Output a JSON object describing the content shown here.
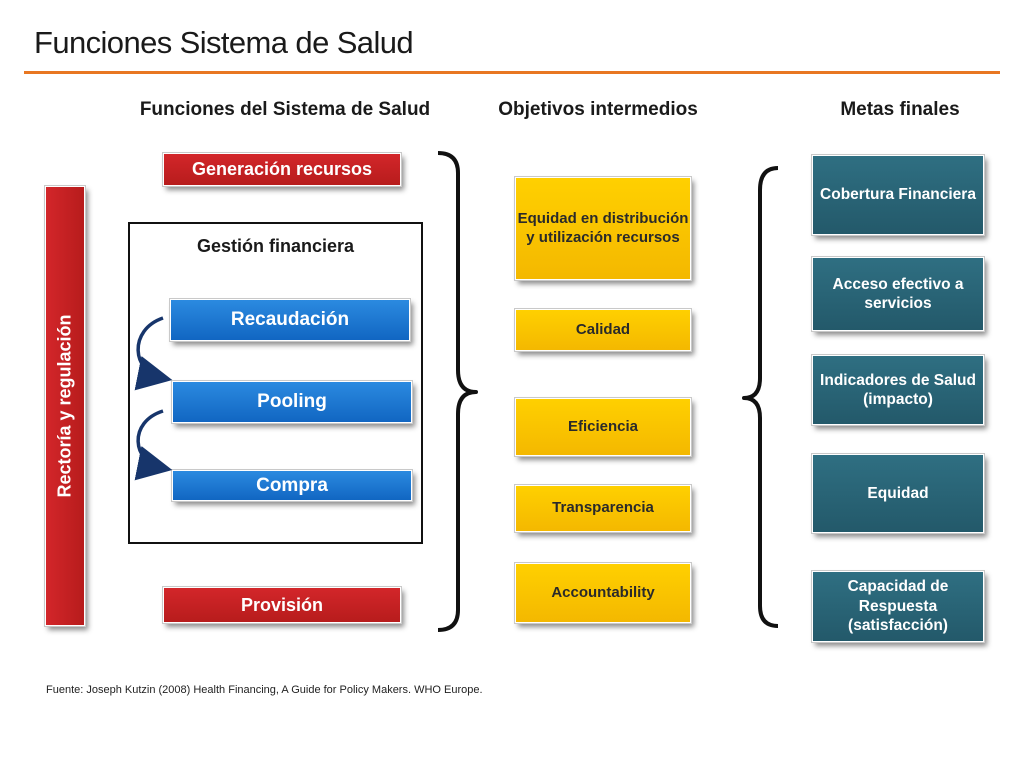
{
  "header": {
    "title": "Funciones Sistema de Salud"
  },
  "columns": {
    "functions": "Funciones del Sistema de Salud",
    "intermediate": "Objetivos intermedios",
    "final": "Metas finales"
  },
  "stewardship": "Rectoría y regulación",
  "functions": {
    "generation": "Generación recursos",
    "financial_management": "Gestión financiera",
    "collection": "Recaudación",
    "pooling": "Pooling",
    "purchasing": "Compra",
    "provision": "Provisión"
  },
  "intermediate_objectives": [
    "Equidad en distribución y utilización recursos",
    "Calidad",
    "Eficiencia",
    "Transparencia",
    "Accountability"
  ],
  "final_goals": [
    "Cobertura Financiera",
    "Acceso efectivo a servicios",
    "Indicadores de Salud (impacto)",
    "Equidad",
    "Capacidad de Respuesta (satisfacción)"
  ],
  "source": "Fuente: Joseph Kutzin (2008) Health Financing, A Guide for Policy Makers. WHO Europe.",
  "colors": {
    "accent_rule": "#e87722",
    "red": "#c62828",
    "blue": "#1a78d4",
    "yellow": "#ffc800",
    "teal": "#2a6475"
  }
}
